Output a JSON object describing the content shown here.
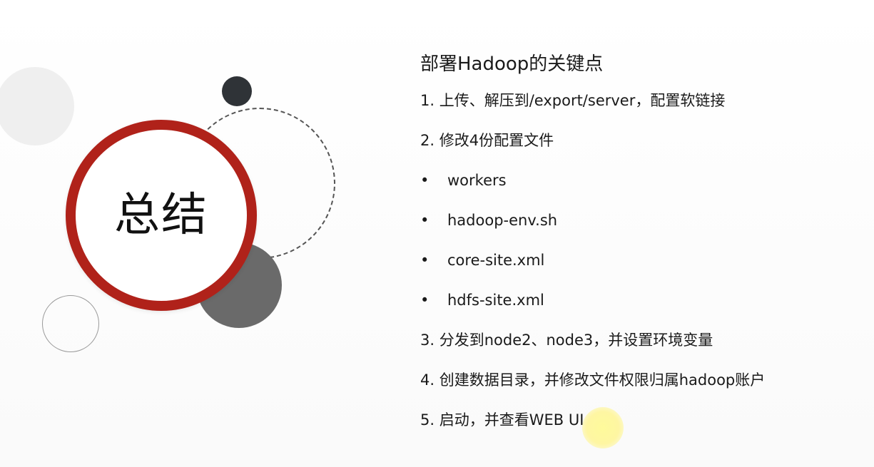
{
  "slide": {
    "center_title": "总结",
    "heading": "部署Hadoop的关键点",
    "items": [
      {
        "text": "1. 上传、解压到/export/server，配置软链接"
      },
      {
        "text": "2. 修改4份配置文件"
      },
      {
        "text": "workers",
        "bullet": "•"
      },
      {
        "text": "hadoop-env.sh",
        "bullet": "•"
      },
      {
        "text": "core-site.xml",
        "bullet": "•"
      },
      {
        "text": "hdfs-site.xml",
        "bullet": "•"
      },
      {
        "text": "3. 分发到node2、node3，并设置环境变量"
      },
      {
        "text": "4. 创建数据目录，并修改文件权限归属hadoop账户"
      },
      {
        "text": "5. 启动，并查看WEB UI"
      }
    ],
    "colors": {
      "ring": "#b0221a",
      "dark_circle": "#2f3337",
      "gray_circle": "#6a6a6a",
      "light_circle": "#efefef"
    }
  }
}
